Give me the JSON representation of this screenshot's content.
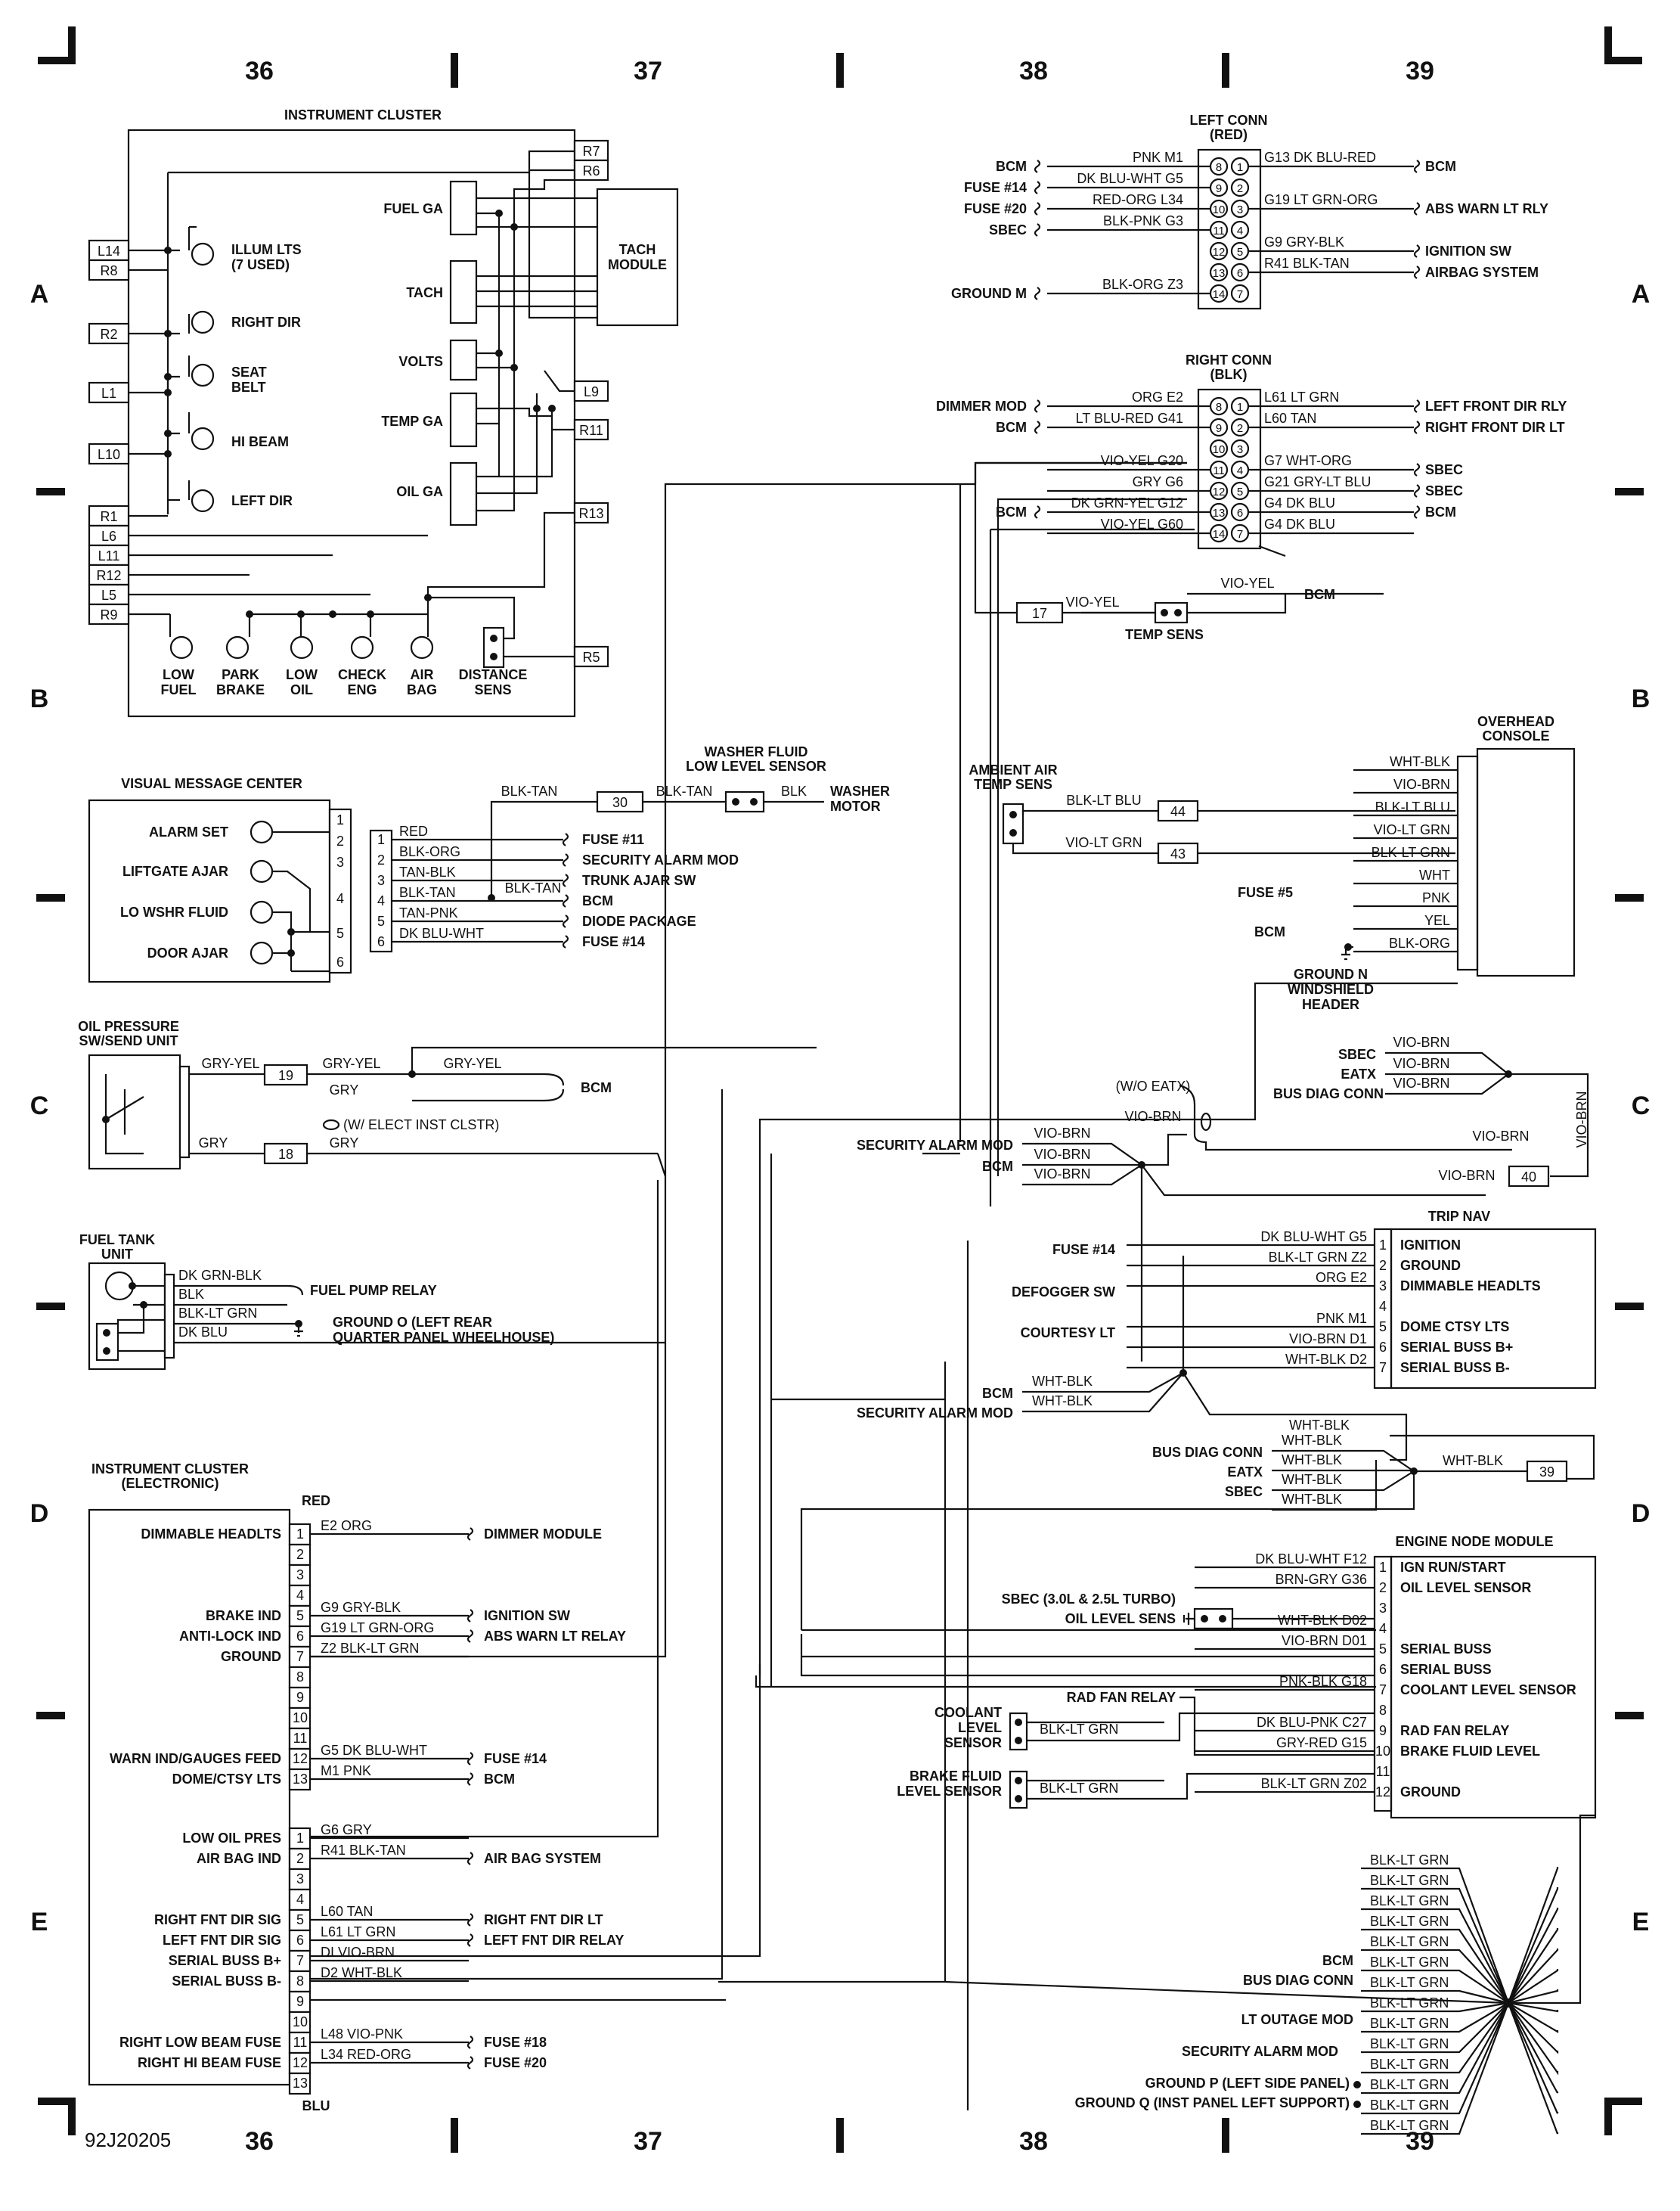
{
  "frame": {
    "columns_top": [
      "36",
      "37",
      "38",
      "39"
    ],
    "columns_bottom": [
      "36",
      "37",
      "38",
      "39"
    ],
    "rows_left": [
      "A",
      "B",
      "C",
      "D",
      "E"
    ],
    "rows_right": [
      "A",
      "B",
      "C",
      "D",
      "E"
    ],
    "figure_id": "92J20205"
  },
  "instrument_cluster": {
    "title": "INSTRUMENT CLUSTER",
    "left_pins": [
      "L14",
      "R8",
      "R2",
      "L1",
      "L10",
      "R1",
      "L6",
      "L11",
      "R12",
      "L5",
      "R9"
    ],
    "right_pins": [
      "R7",
      "R6",
      "L9",
      "R11",
      "R13",
      "R5"
    ],
    "lamps": [
      "ILLUM LTS",
      "(7 USED)",
      "RIGHT DIR",
      "SEAT",
      "BELT",
      "HI BEAM",
      "LEFT DIR"
    ],
    "gauges": [
      "FUEL GA",
      "TACH",
      "VOLTS",
      "TEMP GA",
      "OIL GA"
    ],
    "tach_module": [
      "TACH",
      "MODULE"
    ],
    "bottom_lamps": [
      [
        "LOW",
        "FUEL"
      ],
      [
        "PARK",
        "BRAKE"
      ],
      [
        "LOW",
        "OIL"
      ],
      [
        "CHECK",
        "ENG"
      ],
      [
        "AIR",
        "BAG"
      ],
      [
        "DISTANCE",
        "SENS"
      ]
    ]
  },
  "left_conn": {
    "title": [
      "LEFT CONN",
      "(RED)"
    ],
    "rows": [
      {
        "lp": "8",
        "rp": "1",
        "lw": "PNK M1",
        "ld": "BCM",
        "rw": "G13 DK BLU-RED",
        "rd": "BCM"
      },
      {
        "lp": "9",
        "rp": "2",
        "lw": "DK BLU-WHT G5",
        "ld": "FUSE #14",
        "rw": "",
        "rd": ""
      },
      {
        "lp": "10",
        "rp": "3",
        "lw": "RED-ORG L34",
        "ld": "FUSE #20",
        "rw": "G19 LT GRN-ORG",
        "rd": "ABS WARN LT RLY"
      },
      {
        "lp": "11",
        "rp": "4",
        "lw": "BLK-PNK G3",
        "ld": "SBEC",
        "rw": "",
        "rd": ""
      },
      {
        "lp": "12",
        "rp": "5",
        "lw": "",
        "ld": "",
        "rw": "G9 GRY-BLK",
        "rd": "IGNITION SW"
      },
      {
        "lp": "13",
        "rp": "6",
        "lw": "",
        "ld": "",
        "rw": "R41 BLK-TAN",
        "rd": "AIRBAG SYSTEM"
      },
      {
        "lp": "14",
        "rp": "7",
        "lw": "BLK-ORG Z3",
        "ld": "GROUND M",
        "rw": "",
        "rd": ""
      }
    ]
  },
  "right_conn": {
    "title": [
      "RIGHT CONN",
      "(BLK)"
    ],
    "rows": [
      {
        "lp": "8",
        "rp": "1",
        "lw": "ORG E2",
        "ld": "DIMMER MOD",
        "rw": "L61 LT GRN",
        "rd": "LEFT FRONT DIR RLY"
      },
      {
        "lp": "9",
        "rp": "2",
        "lw": "LT BLU-RED G41",
        "ld": "BCM",
        "rw": "L60 TAN",
        "rd": "RIGHT FRONT DIR LT"
      },
      {
        "lp": "10",
        "rp": "3",
        "lw": "",
        "ld": "",
        "rw": "",
        "rd": ""
      },
      {
        "lp": "11",
        "rp": "4",
        "lw": "VIO-YEL G20",
        "ld": "",
        "rw": "G7 WHT-ORG",
        "rd": "SBEC"
      },
      {
        "lp": "12",
        "rp": "5",
        "lw": "GRY G6",
        "ld": "",
        "rw": "G21 GRY-LT BLU",
        "rd": "SBEC"
      },
      {
        "lp": "13",
        "rp": "6",
        "lw": "DK GRN-YEL G12",
        "ld": "BCM",
        "rw": "G4 DK BLU",
        "rd": "BCM"
      },
      {
        "lp": "14",
        "rp": "7",
        "lw": "VIO-YEL G60",
        "ld": "",
        "rw": "G4 DK BLU",
        "rd": ""
      }
    ],
    "splice17": "17",
    "vio_yel_1": "VIO-YEL",
    "vio_yel_2": "VIO-YEL",
    "bcm": "BCM",
    "temp_sens": "TEMP SENS"
  },
  "washer": {
    "title": [
      "WASHER FLUID",
      "LOW LEVEL SENSOR"
    ],
    "wire1": "BLK-TAN",
    "wire2": "BLK-TAN",
    "splice": "30",
    "wire3": "BLK",
    "motor": [
      "WASHER",
      "MOTOR"
    ]
  },
  "vmc": {
    "title": "VISUAL MESSAGE CENTER",
    "lamps": [
      "ALARM SET",
      "LIFTGATE AJAR",
      "LO WSHR FLUID",
      "DOOR AJAR"
    ],
    "pins": [
      "1",
      "2",
      "3",
      "4",
      "5",
      "6"
    ],
    "wires": [
      "RED",
      "BLK-ORG",
      "TAN-BLK",
      "BLK-TAN",
      "TAN-PNK",
      "DK BLU-WHT"
    ],
    "splice_wire": "BLK-TAN",
    "dests": [
      "FUSE #11",
      "SECURITY ALARM MOD",
      "TRUNK AJAR SW",
      "BCM",
      "DIODE PACKAGE",
      "FUSE #14"
    ]
  },
  "ambient": {
    "title": [
      "AMBIENT AIR",
      "TEMP SENS"
    ],
    "w1": "BLK-LT BLU",
    "s1": "44",
    "w2": "VIO-LT GRN",
    "s2": "43"
  },
  "overhead": {
    "title": [
      "OVERHEAD",
      "CONSOLE"
    ],
    "wires": [
      "WHT-BLK",
      "VIO-BRN",
      "BLK-LT BLU",
      "VIO-LT GRN",
      "BLK-LT GRN",
      "WHT",
      "PNK",
      "YEL",
      "BLK-ORG"
    ],
    "fuse5": "FUSE #5",
    "bcm": "BCM",
    "ground": [
      "GROUND N",
      "WINDSHIELD",
      "HEADER"
    ]
  },
  "oil_pressure": {
    "title": [
      "OIL PRESSURE",
      "SW/SEND UNIT"
    ],
    "w1": "GRY-YEL",
    "s19": "19",
    "w2": "GRY-YEL",
    "w3": "GRY-YEL",
    "w4": "GRY",
    "bcm": "BCM",
    "note": "(W/ ELECT INST CLSTR)",
    "w5": "GRY",
    "s18": "18",
    "w6": "GRY"
  },
  "bus_c": {
    "labels": [
      "SBEC",
      "EATX",
      "BUS DIAG CONN"
    ],
    "wires": [
      "VIO-BRN",
      "VIO-BRN",
      "VIO-BRN"
    ],
    "wo_eatx": "(W/O EATX)",
    "vio": "VIO-BRN",
    "right_v": "VIO-BRN",
    "right_h": "VIO-BRN",
    "sec": [
      "SECURITY ALARM MOD",
      "BCM"
    ],
    "sec_wires": [
      "VIO-BRN",
      "VIO-BRN",
      "VIO-BRN"
    ],
    "s40_wire": "VIO-BRN",
    "s40": "40"
  },
  "fuel_tank": {
    "title": [
      "FUEL TANK",
      "UNIT"
    ],
    "wires": [
      "DK GRN-BLK",
      "BLK",
      "BLK-LT GRN",
      "DK BLU"
    ],
    "relay": "FUEL PUMP RELAY",
    "ground": [
      "GROUND O (LEFT REAR",
      "QUARTER PANEL WHEELHOUSE)"
    ]
  },
  "trip_nav": {
    "title": "TRIP NAV",
    "sources": [
      "FUSE #14",
      "DEFOGGER SW",
      "COURTESY LT"
    ],
    "pins": [
      "1",
      "2",
      "3",
      "4",
      "5",
      "6",
      "7"
    ],
    "wires": [
      "DK BLU-WHT G5",
      "BLK-LT GRN Z2",
      "ORG E2",
      "",
      "PNK M1",
      "VIO-BRN D1",
      "WHT-BLK D2"
    ],
    "labels": [
      "IGNITION",
      "GROUND",
      "DIMMABLE HEADLTS",
      "",
      "DOME CTSY LTS",
      "SERIAL BUSS B+",
      "SERIAL BUSS B-"
    ],
    "bcm_sec": [
      "BCM",
      "SECURITY ALARM MOD"
    ],
    "bcm_wires": [
      "WHT-BLK",
      "WHT-BLK"
    ]
  },
  "bus_d": {
    "top": "WHT-BLK",
    "labels": [
      "BUS DIAG CONN",
      "EATX",
      "SBEC"
    ],
    "wires": [
      "WHT-BLK",
      "WHT-BLK",
      "WHT-BLK",
      "WHT-BLK"
    ],
    "s39_wire": "WHT-BLK",
    "s39": "39"
  },
  "ic_elec": {
    "title": [
      "INSTRUMENT CLUSTER",
      "(ELECTRONIC)"
    ],
    "red": "RED",
    "blu": "BLU",
    "red_rows": [
      {
        "label": "DIMMABLE HEADLTS",
        "pin": "1",
        "wire": "E2 ORG",
        "dest": "DIMMER MODULE"
      },
      {
        "label": "",
        "pin": "2",
        "wire": "",
        "dest": ""
      },
      {
        "label": "",
        "pin": "3",
        "wire": "",
        "dest": ""
      },
      {
        "label": "",
        "pin": "4",
        "wire": "",
        "dest": ""
      },
      {
        "label": "BRAKE IND",
        "pin": "5",
        "wire": "G9 GRY-BLK",
        "dest": "IGNITION SW"
      },
      {
        "label": "ANTI-LOCK IND",
        "pin": "6",
        "wire": "G19 LT GRN-ORG",
        "dest": "ABS WARN LT RELAY"
      },
      {
        "label": "GROUND",
        "pin": "7",
        "wire": "Z2 BLK-LT GRN",
        "dest": ""
      },
      {
        "label": "",
        "pin": "8",
        "wire": "",
        "dest": ""
      },
      {
        "label": "",
        "pin": "9",
        "wire": "",
        "dest": ""
      },
      {
        "label": "",
        "pin": "10",
        "wire": "",
        "dest": ""
      },
      {
        "label": "",
        "pin": "11",
        "wire": "",
        "dest": ""
      },
      {
        "label": "WARN IND/GAUGES FEED",
        "pin": "12",
        "wire": "G5 DK BLU-WHT",
        "dest": "FUSE #14"
      },
      {
        "label": "DOME/CTSY LTS",
        "pin": "13",
        "wire": "M1 PNK",
        "dest": "BCM"
      }
    ],
    "blu_rows": [
      {
        "label": "LOW OIL PRES",
        "pin": "1",
        "wire": "G6 GRY",
        "dest": ""
      },
      {
        "label": "AIR BAG IND",
        "pin": "2",
        "wire": "R41 BLK-TAN",
        "dest": "AIR BAG SYSTEM"
      },
      {
        "label": "",
        "pin": "3",
        "wire": "",
        "dest": ""
      },
      {
        "label": "",
        "pin": "4",
        "wire": "",
        "dest": ""
      },
      {
        "label": "RIGHT FNT DIR SIG",
        "pin": "5",
        "wire": "L60 TAN",
        "dest": "RIGHT FNT DIR LT"
      },
      {
        "label": "LEFT FNT DIR SIG",
        "pin": "6",
        "wire": "L61 LT GRN",
        "dest": "LEFT FNT DIR RELAY"
      },
      {
        "label": "SERIAL BUSS B+",
        "pin": "7",
        "wire": "DI VIO-BRN",
        "dest": ""
      },
      {
        "label": "SERIAL BUSS B-",
        "pin": "8",
        "wire": "D2 WHT-BLK",
        "dest": ""
      },
      {
        "label": "",
        "pin": "9",
        "wire": "",
        "dest": ""
      },
      {
        "label": "",
        "pin": "10",
        "wire": "",
        "dest": ""
      },
      {
        "label": "RIGHT LOW BEAM FUSE",
        "pin": "11",
        "wire": "L48 VIO-PNK",
        "dest": "FUSE #18"
      },
      {
        "label": "RIGHT HI BEAM FUSE",
        "pin": "12",
        "wire": "L34 RED-ORG",
        "dest": "FUSE #20"
      },
      {
        "label": "",
        "pin": "13",
        "wire": "",
        "dest": ""
      }
    ]
  },
  "engine_node": {
    "title": "ENGINE NODE MODULE",
    "pins": [
      "1",
      "2",
      "3",
      "4",
      "5",
      "6",
      "7",
      "8",
      "9",
      "10",
      "11",
      "12"
    ],
    "labels": [
      "IGN RUN/START",
      "OIL LEVEL SENSOR",
      "",
      "",
      "SERIAL BUSS",
      "SERIAL BUSS",
      "COOLANT LEVEL SENSOR",
      "",
      "RAD FAN RELAY",
      "BRAKE FLUID LEVEL",
      "",
      "GROUND"
    ],
    "wires": [
      "DK BLU-WHT F12",
      "BRN-GRY G36",
      "",
      "WHT-BLK D02",
      "VIO-BRN D01",
      "",
      "PNK-BLK G18",
      "",
      "DK BLU-PNK C27",
      "GRY-RED G15",
      "",
      "BLK-LT GRN Z02"
    ],
    "sbec": "SBEC (3.0L & 2.5L TURBO)",
    "oil_sens": "OIL LEVEL SENS",
    "rad_relay": "RAD FAN RELAY",
    "coolant": [
      "COOLANT",
      "LEVEL",
      "SENSOR"
    ],
    "coolant_wire": "BLK-LT GRN",
    "brake": [
      "BRAKE FLUID",
      "LEVEL SENSOR"
    ],
    "brake_wire": "BLK-LT GRN"
  },
  "ground_splice": {
    "wires": [
      "BLK-LT GRN",
      "BLK-LT GRN",
      "BLK-LT GRN",
      "BLK-LT GRN",
      "BLK-LT GRN",
      "BLK-LT GRN",
      "BLK-LT GRN",
      "BLK-LT GRN",
      "BLK-LT GRN",
      "BLK-LT GRN",
      "BLK-LT GRN",
      "BLK-LT GRN",
      "BLK-LT GRN",
      "BLK-LT GRN"
    ],
    "labels": [
      "BCM",
      "BUS DIAG CONN",
      "LT OUTAGE MOD",
      "SECURITY ALARM MOD",
      "GROUND P (LEFT SIDE PANEL)",
      "GROUND Q (INST PANEL LEFT SUPPORT)"
    ]
  }
}
